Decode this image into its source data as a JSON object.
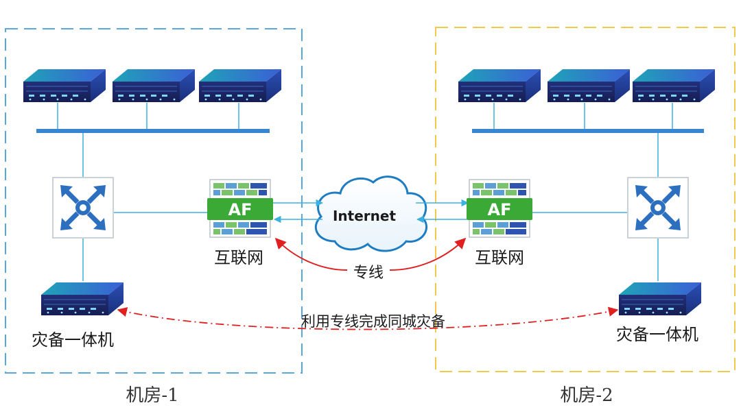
{
  "rooms": {
    "room1_label": "机房-1",
    "room2_label": "机房-2"
  },
  "cloud": {
    "label": "Internet"
  },
  "firewalls": {
    "left_badge": "AF",
    "right_badge": "AF",
    "left_label": "互联网",
    "right_label": "互联网"
  },
  "dedicated_line": {
    "label": "专线"
  },
  "backup_link": {
    "label": "利用专线完成同城灾备"
  },
  "backup_appliance": {
    "left_label": "灾备一体机",
    "right_label": "灾备一体机"
  },
  "colors": {
    "room1_border": "#5aa7dc",
    "room2_border": "#f0c94a",
    "link_line": "#3bb1e0",
    "bus": "#3a85d0",
    "switch_icon": "#2d6fbf",
    "firewall_green": "#3aa935",
    "cloud_outline": "#1e7dc2",
    "arrow_red": "#e02020"
  },
  "icons": {
    "server": "rack-server-icon",
    "switch": "switch-arrows-icon",
    "firewall": "firewall-af-icon",
    "cloud": "cloud-icon",
    "backup": "backup-appliance-icon"
  }
}
